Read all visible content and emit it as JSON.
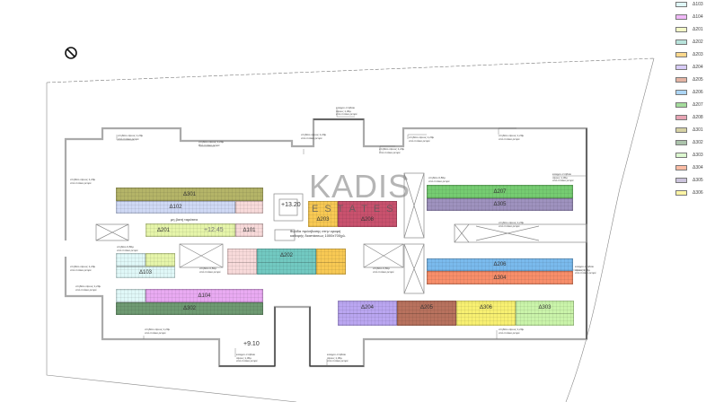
{
  "legend": [
    {
      "label": "Δ103",
      "color": "#dff8f8"
    },
    {
      "label": "Δ104",
      "color": "#f0b8f8"
    },
    {
      "label": "Δ201",
      "color": "#f4fac8"
    },
    {
      "label": "Δ202",
      "color": "#b8e4dc"
    },
    {
      "label": "Δ203",
      "color": "#fcd88c"
    },
    {
      "label": "Δ204",
      "color": "#d8ccf8"
    },
    {
      "label": "Δ205",
      "color": "#e4b4a4"
    },
    {
      "label": "Δ206",
      "color": "#acd6f6"
    },
    {
      "label": "Δ207",
      "color": "#a4dc9c"
    },
    {
      "label": "Δ208",
      "color": "#e8a4b4"
    },
    {
      "label": "Δ301",
      "color": "#d6d2a4"
    },
    {
      "label": "Δ302",
      "color": "#acc4ac"
    },
    {
      "label": "Δ303",
      "color": "#dcf8d0"
    },
    {
      "label": "Δ304",
      "color": "#fcbca4"
    },
    {
      "label": "Δ305",
      "color": "#ccc4dc"
    },
    {
      "label": "Δ306",
      "color": "#fcf4a4"
    }
  ],
  "rooms": {
    "d301": "Δ301",
    "d102": "Δ102",
    "d201": "Δ201",
    "d101": "Δ101",
    "d103": "Δ103",
    "d104": "Δ104",
    "d302": "Δ302",
    "d202": "Δ202",
    "d203": "Δ203",
    "d208": "Δ208",
    "d207": "Δ207",
    "d305": "Δ305",
    "d206": "Δ206",
    "d304": "Δ304",
    "d204": "Δ204",
    "d205": "Δ205",
    "d306": "Δ306",
    "d303": "Δ303"
  },
  "elevations": {
    "top": "+13.20",
    "mid": "+12.45",
    "bottom": "+9.10"
  },
  "labels": {
    "non_walkable": "μη βατή ταράτσα",
    "hatch_line1": "θυρίδα πρόσβασης στην οροφή",
    "hatch_line2": "καθαρής διαστάσεως 1000x700χιλ."
  },
  "annotations": {
    "parapet_120": "στηθαίο ύψους 1,20μ",
    "parapet_080": "στηθαίο 0,80μ",
    "light_parapet": "ελαφρύ στηθαίο",
    "height_130": "ύψους 1,30μ",
    "from_slab": "από πλάκα ρετιρέ"
  },
  "watermark": {
    "brand": "KADIS",
    "sub": "ESTATES"
  }
}
